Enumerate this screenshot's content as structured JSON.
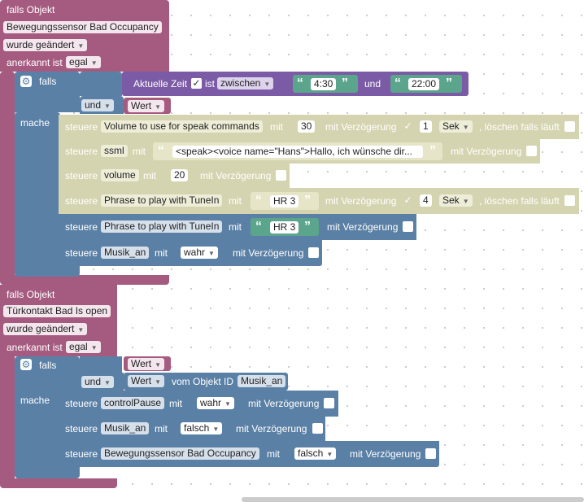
{
  "block1": {
    "header": "falls Objekt",
    "object": "Bewegungssensor Bad Occupancy",
    "change": "wurde geändert",
    "ack_label": "anerkannt ist",
    "ack_value": "egal",
    "falls": "falls",
    "mache": "mache",
    "cond_time_label": "Aktuelle Zeit",
    "cond_check": "✓",
    "cond_ist": "ist",
    "cond_op": "zwischen",
    "time_from": "4:30",
    "und_word": "und",
    "time_to": "22:00",
    "und_op": "und",
    "wert": "Wert",
    "rows": [
      {
        "steuere": "steuere",
        "target": "Volume to use for speak commands",
        "mit": "mit",
        "value": "30",
        "delay_label": "mit Verzögerung",
        "delay_check": "✓",
        "delay_num": "1",
        "unit": "Sek",
        "clear": ", löschen falls läuft"
      },
      {
        "steuere": "steuere",
        "target": "ssml",
        "mit": "mit",
        "value": "<speak><voice name=\"Hans\">Hallo, ich wünsche dir...",
        "delay_label": "mit Verzögerung"
      },
      {
        "steuere": "steuere",
        "target": "volume",
        "mit": "mit",
        "value": "20",
        "delay_label": "mit Verzögerung"
      },
      {
        "steuere": "steuere",
        "target": "Phrase to play with TuneIn",
        "mit": "mit",
        "value": "HR 3",
        "delay_label": "mit Verzögerung",
        "delay_check": "✓",
        "delay_num": "4",
        "unit": "Sek",
        "clear": ", löschen falls läuft"
      },
      {
        "steuere": "steuere",
        "target": "Phrase to play with TuneIn",
        "mit": "mit",
        "value": "HR 3",
        "delay_label": "mit Verzögerung"
      },
      {
        "steuere": "steuere",
        "target": "Musik_an",
        "mit": "mit",
        "value": "wahr",
        "delay_label": "mit Verzögerung"
      }
    ]
  },
  "block2": {
    "header": "falls Objekt",
    "object": "Türkontakt Bad Is open",
    "change": "wurde geändert",
    "ack_label": "anerkannt ist",
    "ack_value": "egal",
    "falls": "falls",
    "mache": "mache",
    "wert": "Wert",
    "und_op": "und",
    "wert2": "Wert",
    "vom_objekt": "vom Objekt ID",
    "object_id": "Musik_an",
    "rows": [
      {
        "steuere": "steuere",
        "target": "controlPause",
        "mit": "mit",
        "value": "wahr",
        "delay_label": "mit Verzögerung"
      },
      {
        "steuere": "steuere",
        "target": "Musik_an",
        "mit": "mit",
        "value": "falsch",
        "delay_label": "mit Verzögerung"
      },
      {
        "steuere": "steuere",
        "target": "Bewegungssensor Bad Occupancy",
        "mit": "mit",
        "value": "falsch",
        "delay_label": "mit Verzögerung"
      }
    ]
  },
  "colors": {
    "outer": "#a55b80",
    "logic": "#5b80a5",
    "purple": "#7b5ba5",
    "khaki": "#d5d4b0",
    "green": "#5ba58c"
  },
  "icons": {
    "gear": "gear-icon",
    "dropdown": "chevron-down-icon",
    "quote": "quote-icon"
  }
}
